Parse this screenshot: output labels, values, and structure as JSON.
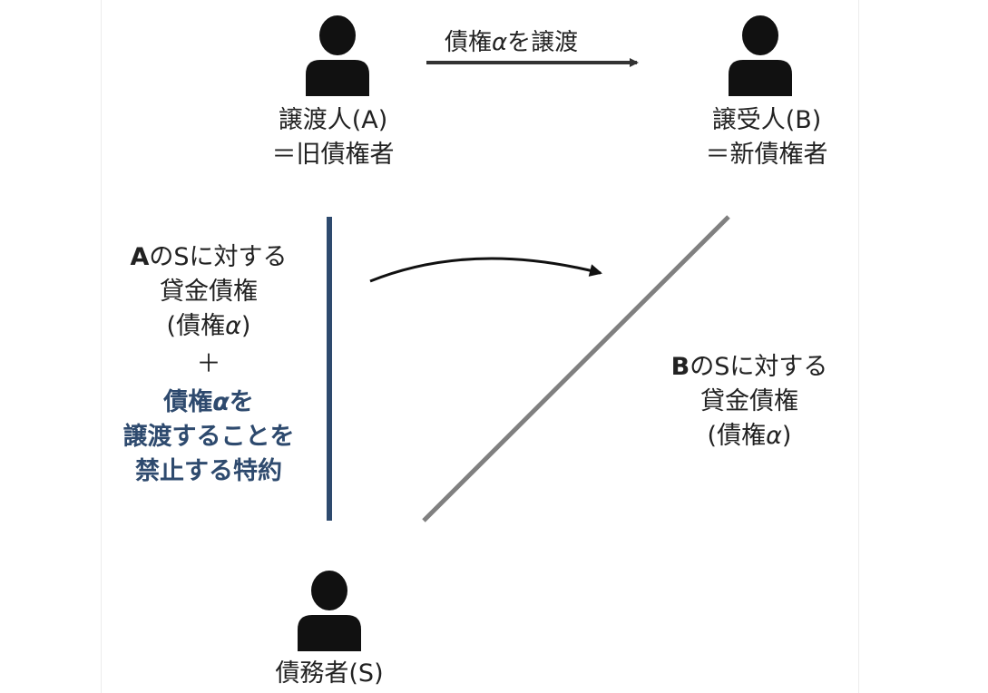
{
  "transfer_arrow_label": {
    "pre": "債権",
    "alpha": "α",
    "post": "を譲渡"
  },
  "assignor": {
    "line1": "譲渡人(A)",
    "line2": "＝旧債権者"
  },
  "assignee": {
    "line1": "譲受人(B)",
    "line2": "＝新債権者"
  },
  "debtor": {
    "label": "債務者(S)"
  },
  "left_claim": {
    "line1_bold": "A",
    "line1_rest": "のSに対する",
    "line2": "貸金債権",
    "line3_open": "(債権",
    "line3_alpha": "α",
    "line3_close": ")",
    "plus": "＋",
    "special1_pre": "債権",
    "special1_alpha": "α",
    "special1_post": "を",
    "special2": "譲渡することを",
    "special3": "禁止する特約"
  },
  "right_claim": {
    "line1_bold": "B",
    "line1_rest": "のSに対する",
    "line2": "貸金債権",
    "line3_open": "(債権",
    "line3_alpha": "α",
    "line3_close": ")"
  },
  "colors": {
    "person": "#111111",
    "left_line": "#2e4a6e",
    "right_line": "#808080",
    "arrow": "#333333",
    "special_text": "#2e4a6e"
  },
  "icons": [
    "person-icon",
    "arrow-right-icon",
    "curved-arrow-icon"
  ]
}
